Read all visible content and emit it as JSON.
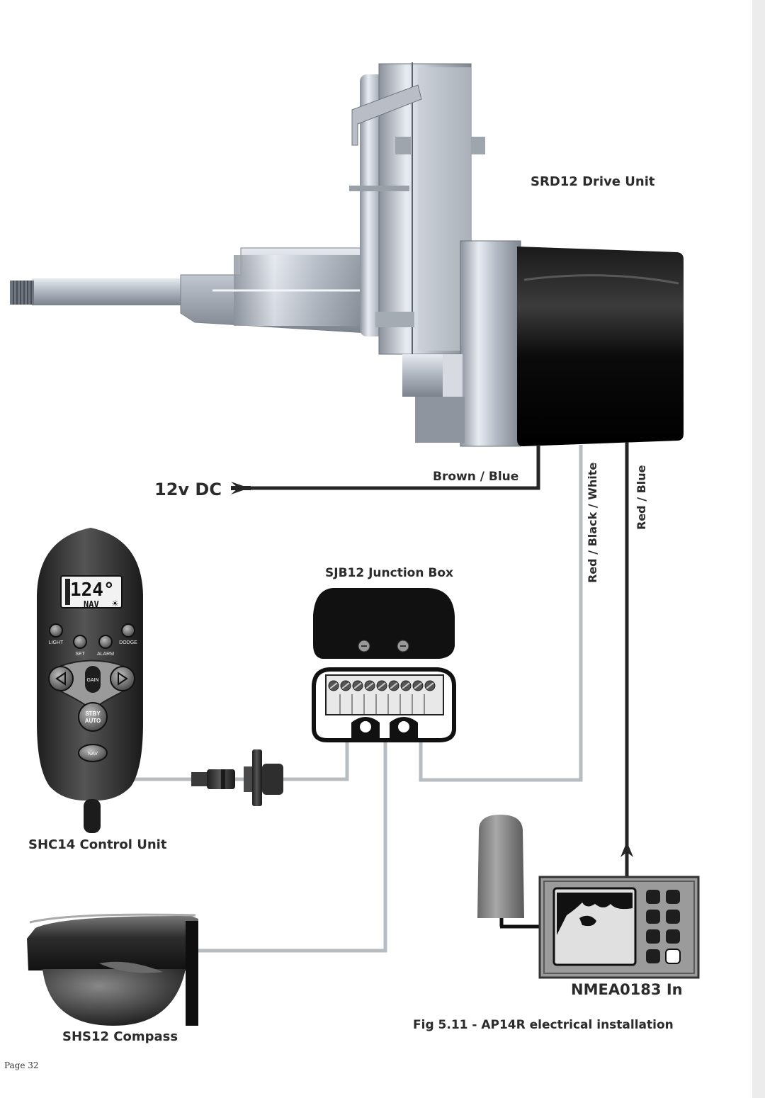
{
  "labels": {
    "drive_unit": "SRD12 Drive Unit",
    "power_in": "12v DC",
    "power_wire": "Brown / Blue",
    "wire_rbw": "Red / Black / White",
    "wire_rb": "Red / Blue",
    "junction_box": "SJB12 Junction Box",
    "control_unit": "SHC14 Control Unit",
    "compass": "SHS12 Compass",
    "nmea": "NMEA0183 In",
    "caption": "Fig 5.11 - AP14R electrical installation"
  },
  "control": {
    "display_value": "124°",
    "display_mode": "NAV",
    "btn_light": "LIGHT",
    "btn_set": "SET",
    "btn_alarm": "ALARM",
    "btn_dodge": "DODGE",
    "btn_gain": "GAIN",
    "btn_stby": "STBY",
    "btn_auto": "AUTO",
    "btn_nav": "NAV"
  },
  "footer": {
    "page": "Page 32"
  }
}
